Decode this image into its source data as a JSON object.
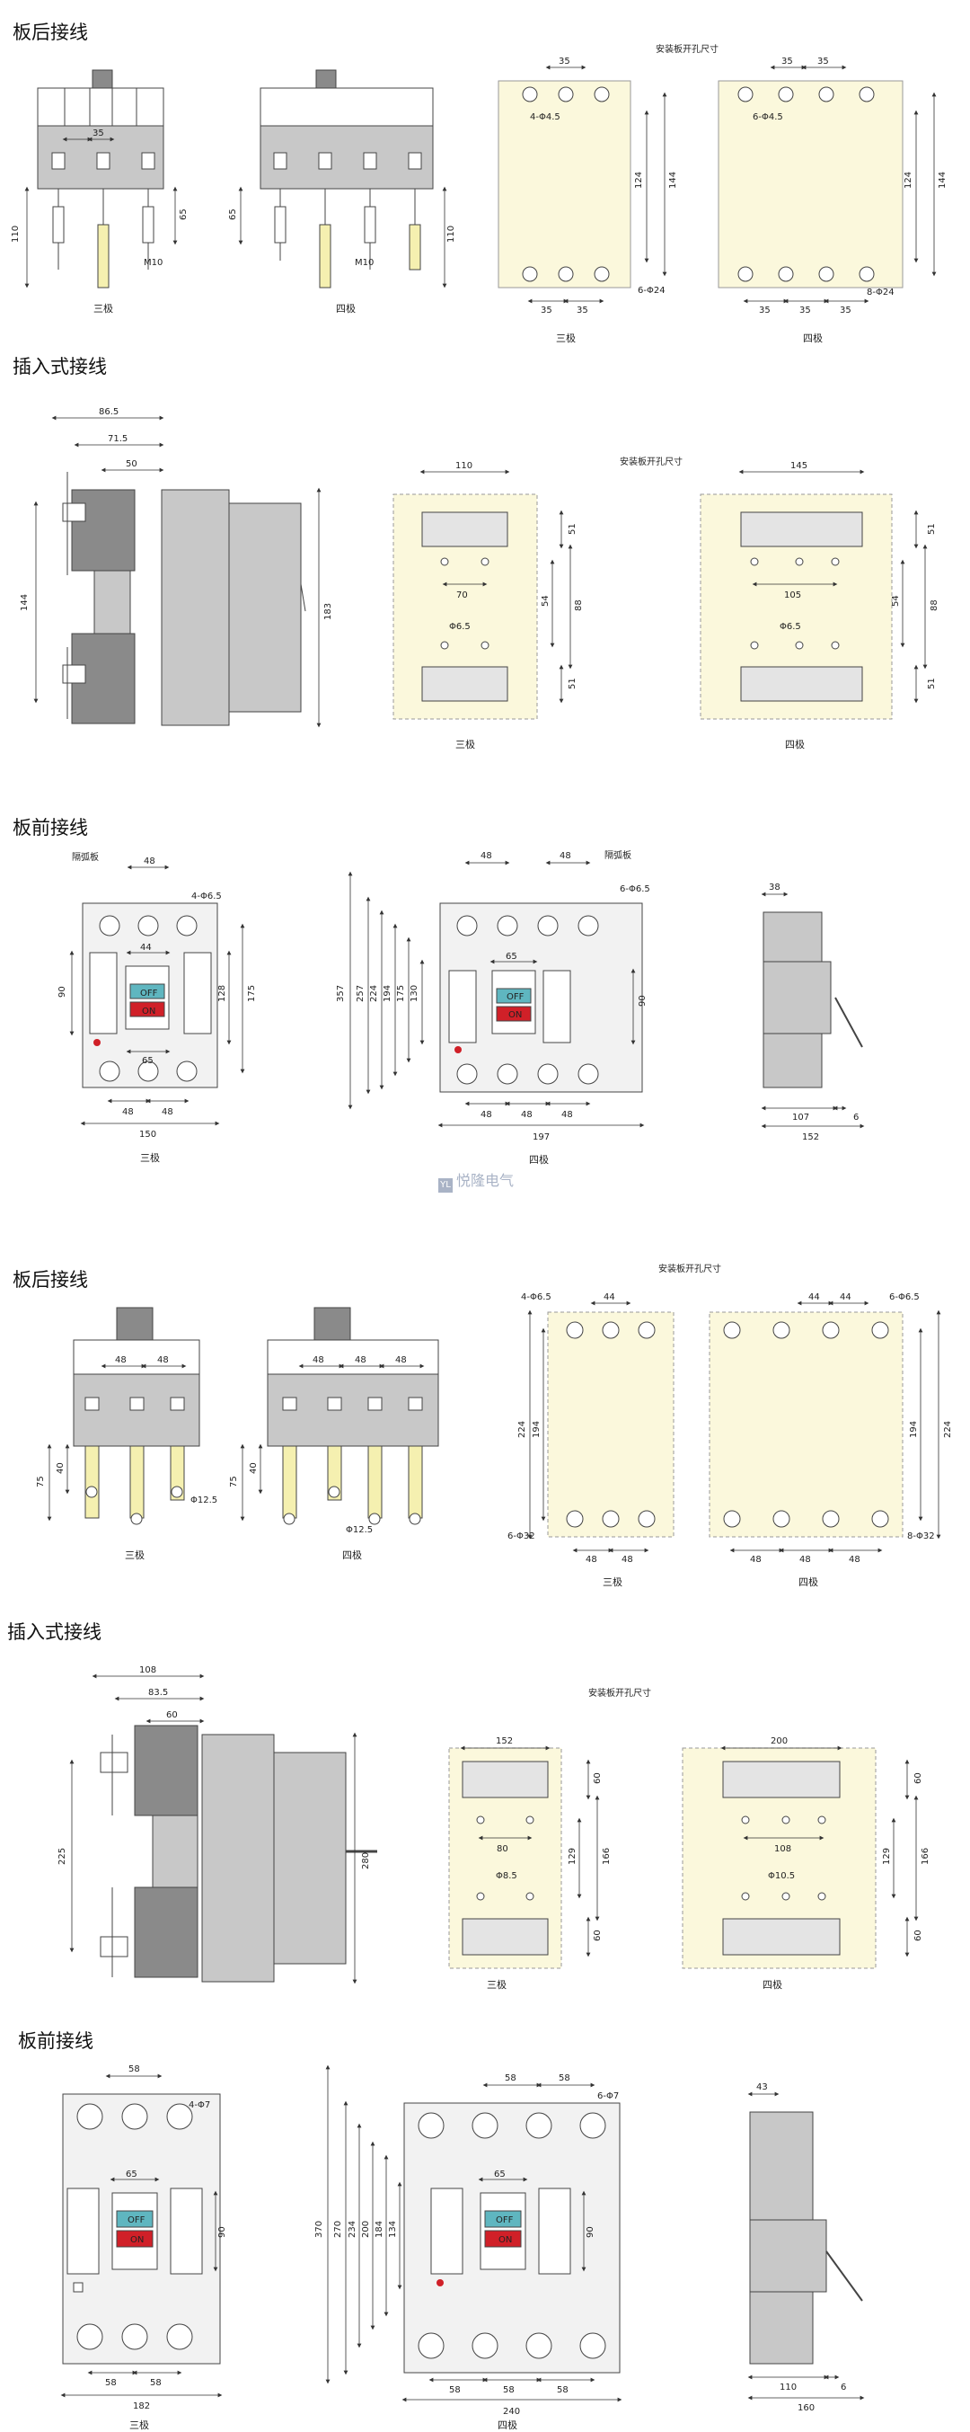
{
  "sections": [
    {
      "title": "板后接线"
    },
    {
      "title": "插入式接线"
    },
    {
      "title": "板前接线"
    },
    {
      "title": "板后接线"
    },
    {
      "title": "插入式接线"
    },
    {
      "title": "板前接线"
    }
  ],
  "labels": {
    "three_pole": "三极",
    "four_pole": "四极",
    "mount_hole": "安装板开孔尺寸",
    "arc_plate": "隔弧板",
    "m10": "M10"
  },
  "watermark": {
    "text": "悦隆电气",
    "icon": "YL"
  },
  "dims": {
    "s1": {
      "a": "35",
      "b": "110",
      "c": "65",
      "h1": "4-Φ4.5",
      "h2": "6-Φ24",
      "h3": "6-Φ4.5",
      "h4": "8-Φ24",
      "v124": "124",
      "v144": "144"
    },
    "s2": {
      "a": "86.5",
      "b": "71.5",
      "c": "50",
      "d": "144",
      "e": "183",
      "w3": "110",
      "w4": "145",
      "p3": "70",
      "p4": "105",
      "v51": "51",
      "v54": "54",
      "v88": "88",
      "hole": "Φ6.5"
    },
    "s3": {
      "a": "48",
      "b": "44",
      "c": "4-Φ6.5",
      "d": "6-Φ6.5",
      "h90": "90",
      "h128": "128",
      "h175": "175",
      "w65": "65",
      "w150": "150",
      "w197": "197",
      "v357": "357",
      "v257": "257",
      "v224": "224",
      "v194": "194",
      "v175": "175",
      "v130": "130",
      "s38": "38",
      "s107": "107",
      "s6": "6",
      "s152": "152"
    },
    "s4": {
      "a": "48",
      "b": "44",
      "c": "4-Φ6.5",
      "d": "6-Φ6.5",
      "h75": "75",
      "h40": "40",
      "hole": "Φ12.5",
      "v224": "224",
      "v194": "194",
      "b1": "6-Φ32",
      "b2": "8-Φ32"
    },
    "s5": {
      "a": "108",
      "b": "83.5",
      "c": "60",
      "d": "225",
      "e": "280",
      "w3": "152",
      "w4": "200",
      "p3": "80",
      "p4": "108",
      "v60": "60",
      "v129": "129",
      "v166": "166",
      "h3": "Φ8.5",
      "h4": "Φ10.5"
    },
    "s6": {
      "a": "58",
      "c": "4-Φ7",
      "d": "6-Φ7",
      "h90": "90",
      "w65": "65",
      "w182": "182",
      "w240": "240",
      "v370": "370",
      "v270": "270",
      "v234": "234",
      "v200": "200",
      "v184": "184",
      "v134": "134",
      "s43": "43",
      "s110": "110",
      "s6": "6",
      "s160": "160"
    }
  },
  "buttons": {
    "off": "OFF",
    "on": "ON"
  },
  "colors": {
    "panel": "#fbf8dc",
    "gray": "#c8c8c8",
    "dgray": "#8a8a8a",
    "teal": "#5fb6c0",
    "red": "#d02028"
  }
}
